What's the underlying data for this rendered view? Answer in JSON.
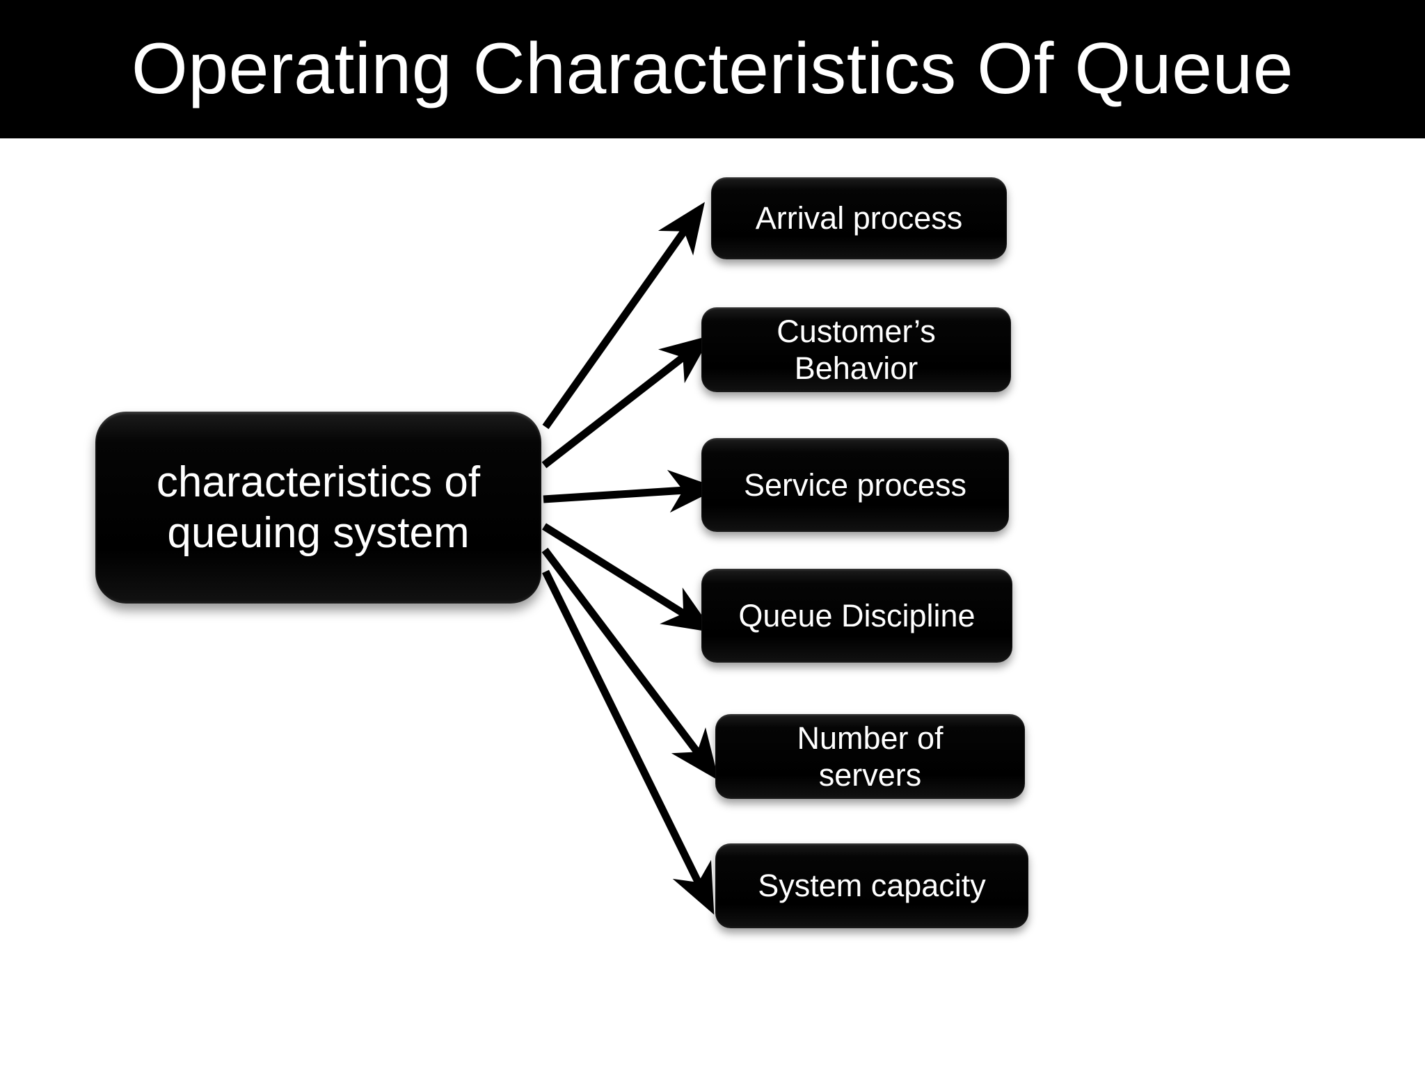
{
  "title": {
    "text": "Operating Characteristics Of Queue",
    "background_color": "#000000",
    "text_color": "#FFFFFF"
  },
  "diagram": {
    "type": "radial-fan",
    "background_color": "#FFFFFF",
    "node_fill_color": "#000000",
    "node_text_color": "#FFFFFF",
    "connector_color": "#000000",
    "root": {
      "label": "characteristics of\nqueuing system"
    },
    "branches": [
      {
        "label": "Arrival process"
      },
      {
        "label": "Customer’s\nBehavior"
      },
      {
        "label": "Service process"
      },
      {
        "label": "Queue Discipline"
      },
      {
        "label": "Number of\nservers"
      },
      {
        "label": "System capacity"
      }
    ],
    "connector_count": 6
  }
}
